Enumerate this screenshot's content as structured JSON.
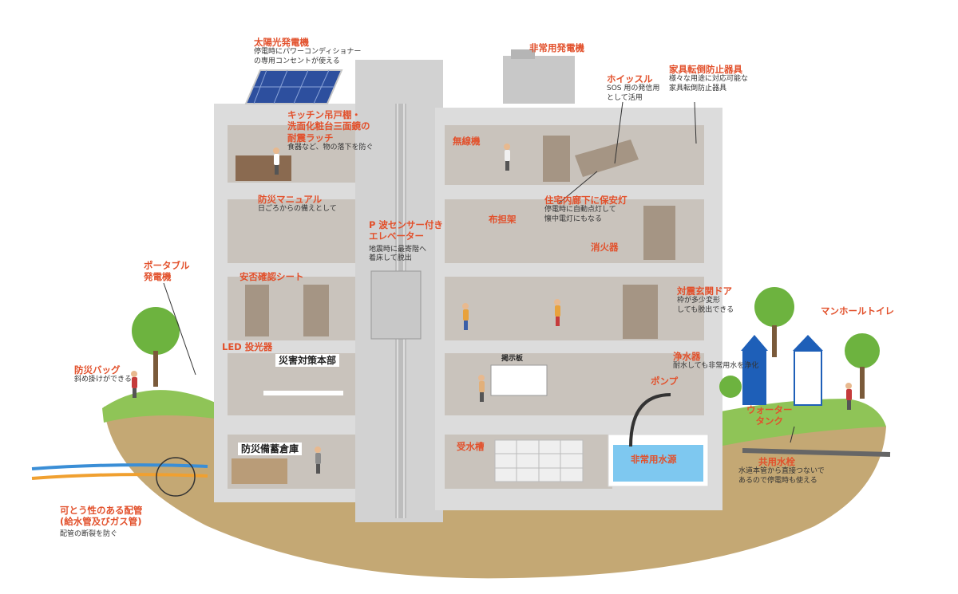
{
  "labels": {
    "solar": {
      "title": "太陽光発電機",
      "desc1": "停電時にパワーコンディショナー",
      "desc2": "の専用コンセントが使える"
    },
    "generator": {
      "title": "非常用発電機"
    },
    "whistle": {
      "title": "ホイッスル",
      "desc1": "SOS 用の発信用",
      "desc2": "として活用"
    },
    "furniture": {
      "title": "家具転倒防止器具",
      "desc1": "様々な用途に対応可能な",
      "desc2": "家具転倒防止器具"
    },
    "kitchen": {
      "title1": "キッチン吊戸棚・",
      "title2": "洗面化粧台三面鏡の",
      "title3": "耐震ラッチ",
      "desc": "食器など、物の落下を防ぐ"
    },
    "radio": {
      "title": "無線機"
    },
    "corridor": {
      "title": "住宅内廊下に保安灯",
      "desc1": "停電時に自動点灯して",
      "desc2": "懐中電灯にもなる"
    },
    "manual": {
      "title": "防災マニュアル",
      "desc": "日ごろからの備えとして"
    },
    "stretcher": {
      "title": "布担架"
    },
    "elevator": {
      "title1": "P 波センサー付き",
      "title2": "エレベーター",
      "desc1": "地震時に最寄階へ",
      "desc2": "着床して脱出"
    },
    "extinguisher": {
      "title": "消火器"
    },
    "safety_sheet": {
      "title": "安否確認シート"
    },
    "door": {
      "title": "対震玄関ドア",
      "desc1": "枠が多少変形",
      "desc2": "しても脱出できる"
    },
    "portable_gen": {
      "title1": "ポータブル",
      "title2": "発電機"
    },
    "manhole": {
      "title": "マンホールトイレ"
    },
    "led": {
      "title": "LED 投光器"
    },
    "hq": {
      "title": "災害対策本部"
    },
    "bulletin": {
      "title": "掲示板"
    },
    "purifier": {
      "title": "浄水器",
      "desc": "耐水しても非常用水を浄化"
    },
    "pump": {
      "title": "ポンプ"
    },
    "bag": {
      "title": "防災バッグ",
      "desc": "斜め掛けができる"
    },
    "water_tank": {
      "title1": "ウォーター",
      "title2": "タンク"
    },
    "storage": {
      "title": "防災備蓄倉庫"
    },
    "receiver": {
      "title": "受水槽"
    },
    "emergency_water": {
      "title": "非常用水源"
    },
    "hydrant": {
      "title": "共用水栓",
      "desc1": "水道本管から直接つないで",
      "desc2": "あるので停電時も使える"
    },
    "pipe": {
      "title1": "可とう性のある配管",
      "title2": "(給水管及びガス管)",
      "desc": "配管の断裂を防ぐ"
    }
  },
  "colors": {
    "accent": "#e2502b",
    "building": "#dcdcdc",
    "room": "#c9c3bc",
    "grass": "#8fc457",
    "soil": "#c4a874",
    "water": "#7ec8f0",
    "tree": "#6db33f"
  }
}
